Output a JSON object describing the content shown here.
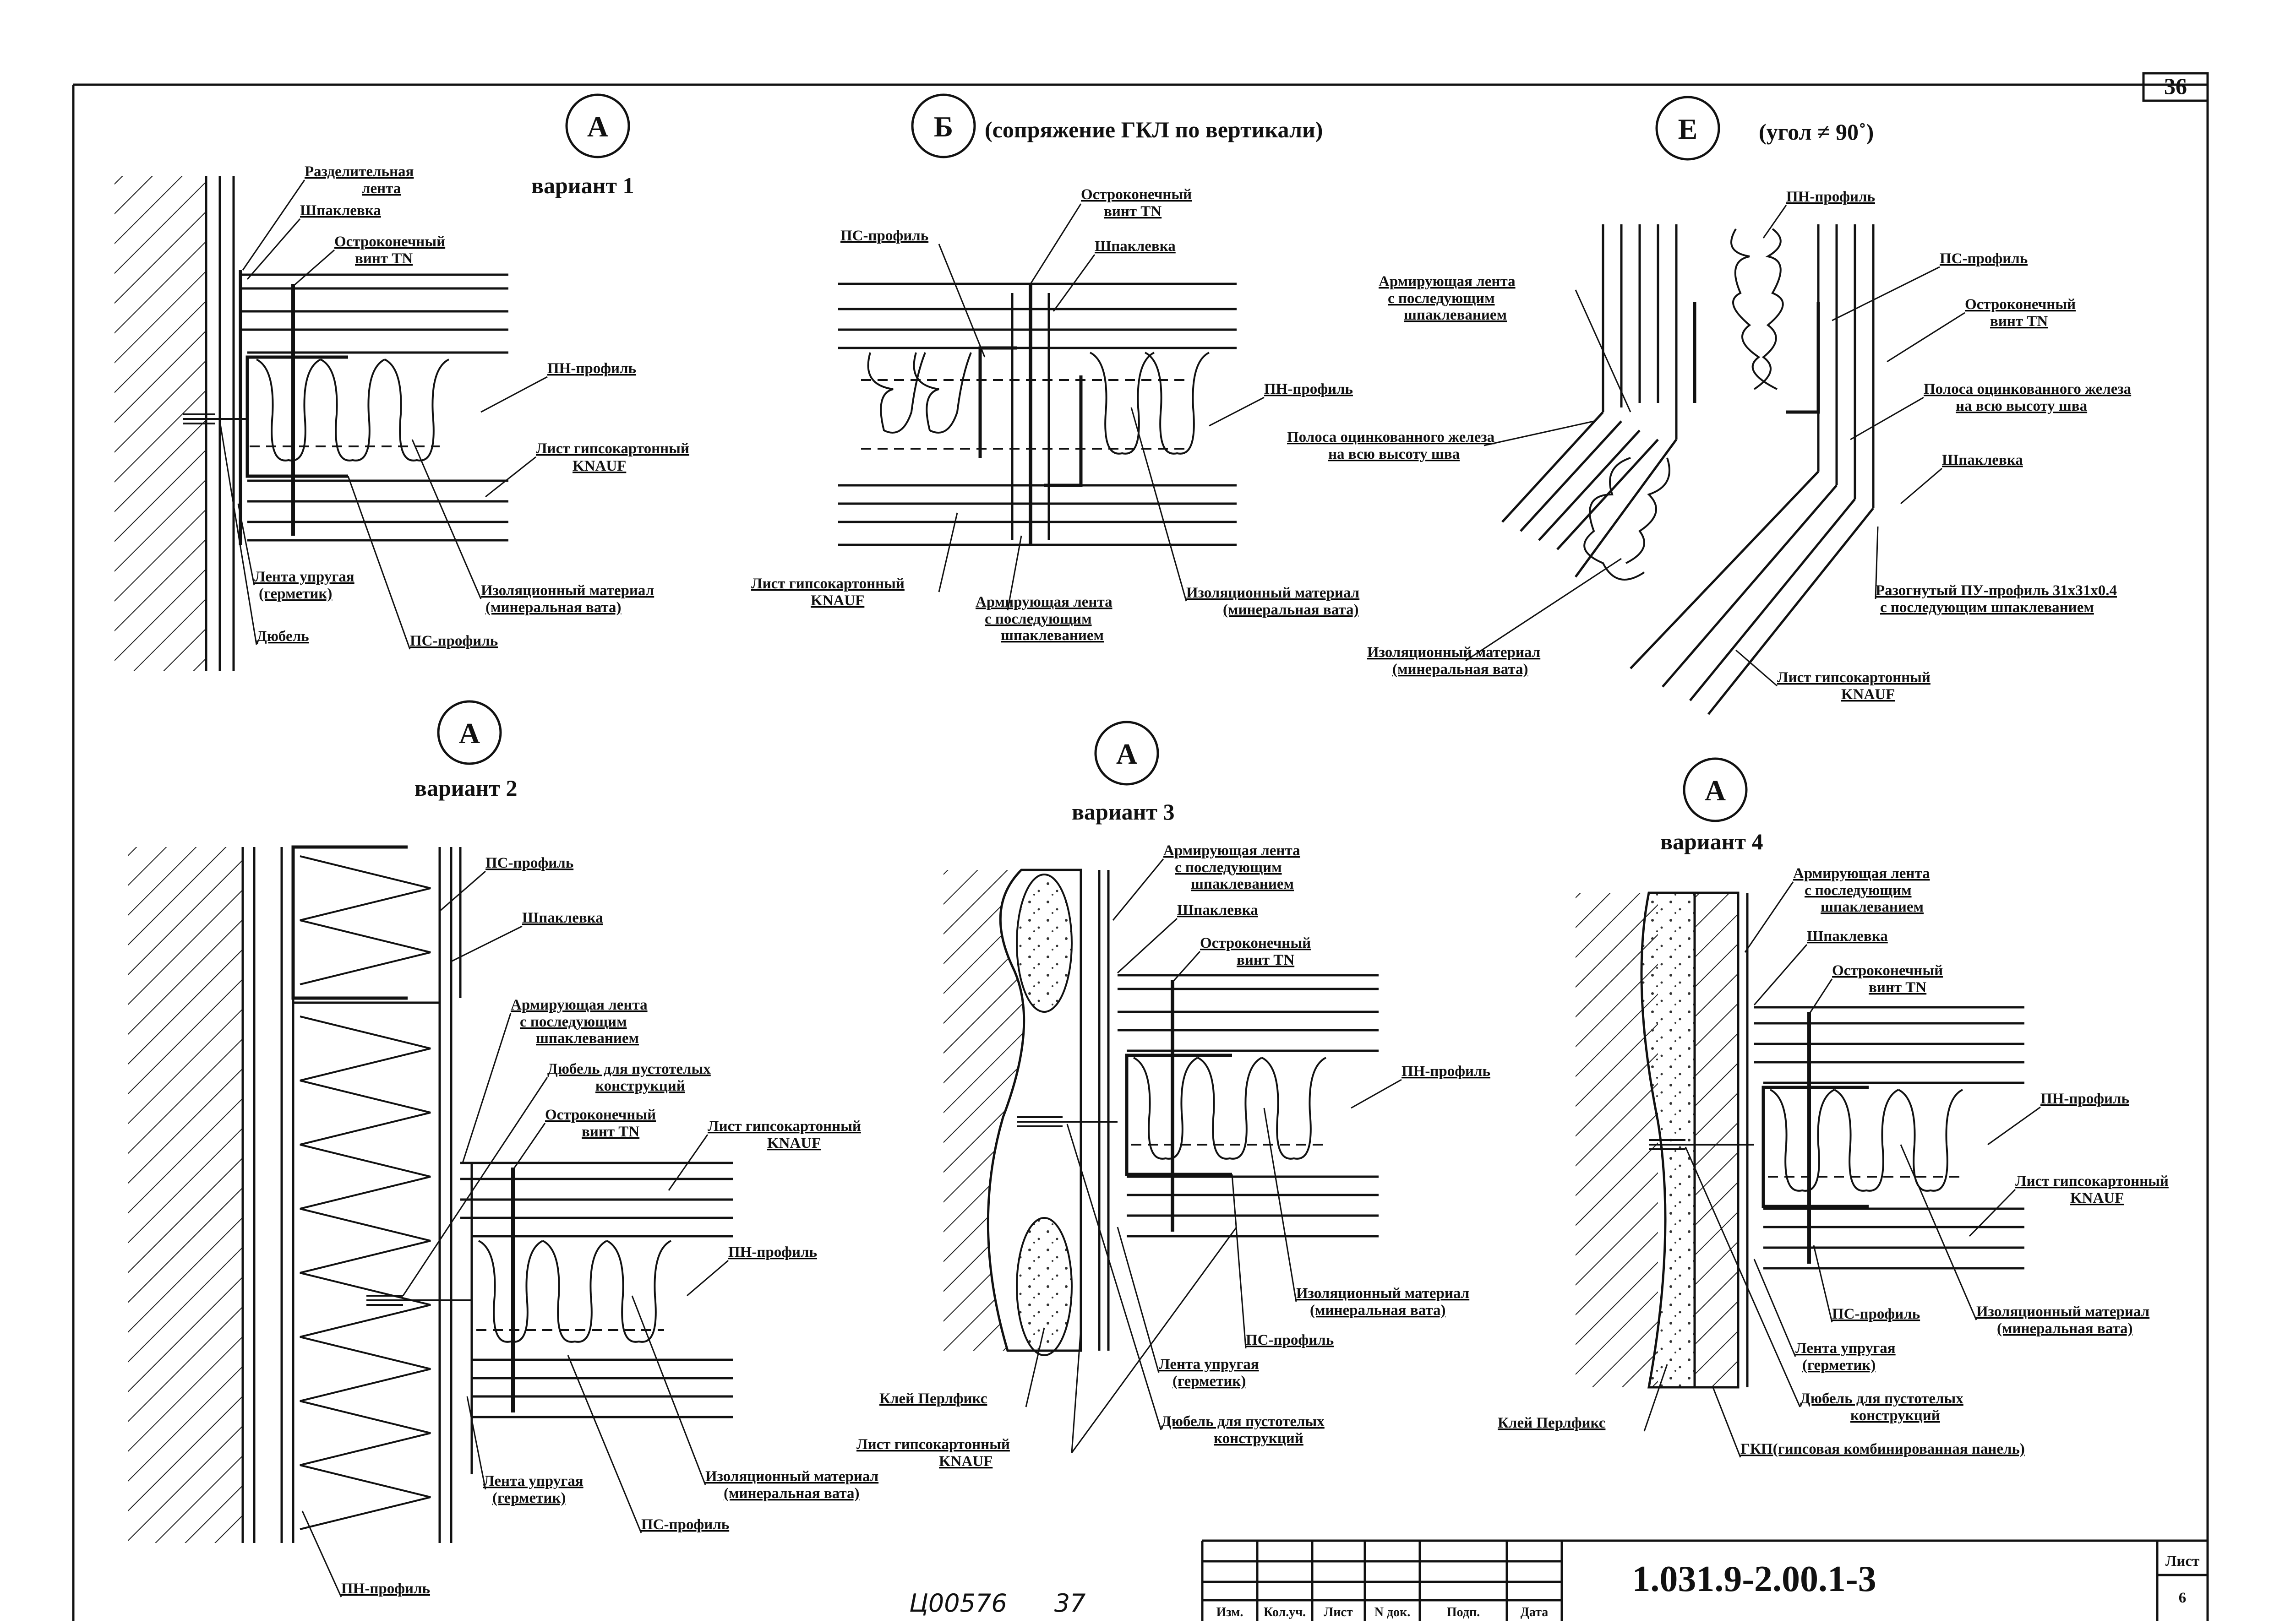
{
  "sheet": {
    "page_number": "36",
    "code": "1.031.9-2.00.1-3",
    "list_label": "Лист",
    "list_number": "6",
    "handwritten": "Ц00576      37"
  },
  "stamp": {
    "cols": [
      "Изм.",
      "Кол.уч.",
      "Лист",
      "N док.",
      "Подп.",
      "Дата"
    ]
  },
  "details": {
    "a1": {
      "letter": "А",
      "variant": "вариант 1"
    },
    "b": {
      "letter": "Б",
      "caption": "(сопряжение ГКЛ по вертикали)"
    },
    "e": {
      "letter": "Е",
      "caption": "(угол ≠ 90˚)"
    },
    "a2": {
      "letter": "А",
      "variant": "вариант 2"
    },
    "a3": {
      "letter": "А",
      "variant": "вариант 3"
    },
    "a4": {
      "letter": "А",
      "variant": "вариант 4"
    }
  },
  "labels": {
    "a1": {
      "sep_tape_1": "Разделительная",
      "sep_tape_2": "лента",
      "putty": "Шпаклевка",
      "screw_1": "Остроконечный",
      "screw_2": "винт TN",
      "pn": "ПН-профиль",
      "gkl_1": "Лист гипсокартонный",
      "gkl_2": "KNAUF",
      "tape_1": "Лента упругая",
      "tape_2": "(герметик)",
      "dowel": "Дюбель",
      "ps": "ПС-профиль",
      "ins_1": "Изоляционный материал",
      "ins_2": "(минеральная вата)"
    },
    "b": {
      "ps": "ПС-профиль",
      "screw_1": "Остроконечный",
      "screw_2": "винт TN",
      "putty": "Шпаклевка",
      "pn": "ПН-профиль",
      "gkl_1": "Лист гипсокартонный",
      "gkl_2": "KNAUF",
      "rtape_1": "Армирующая лента",
      "rtape_2": "с последующим",
      "rtape_3": "шпаклеванием",
      "ins_1": "Изоляционный материал",
      "ins_2": "(минеральная вата)"
    },
    "e": {
      "pn": "ПН-профиль",
      "rtape_1": "Армирующая лента",
      "rtape_2": "с последующим",
      "rtape_3": "шпаклеванием",
      "ps": "ПС-профиль",
      "screw_1": "Остроконечный",
      "screw_2": "винт TN",
      "strip_r_1": "Полоса оцинкованного железа",
      "strip_r_2": "на всю высоту шва",
      "strip_l_1": "Полоса оцинкованного железа",
      "strip_l_2": "на всю высоту шва",
      "putty": "Шпаклевка",
      "pu_1": "Разогнутый ПУ-профиль 31х31х0.4",
      "pu_2": "с последующим шпаклеванием",
      "ins_1": "Изоляционный материал",
      "ins_2": "(минеральная вата)",
      "gkl_1": "Лист гипсокартонный",
      "gkl_2": "KNAUF"
    },
    "a2": {
      "ps_top": "ПС-профиль",
      "putty": "Шпаклевка",
      "rtape_1": "Армирующая лента",
      "rtape_2": "с последующим",
      "rtape_3": "шпаклеванием",
      "dowel_1": "Дюбель для пустотелых",
      "dowel_2": "конструкций",
      "screw_1": "Остроконечный",
      "screw_2": "винт TN",
      "gkl_1": "Лист гипсокартонный",
      "gkl_2": "KNAUF",
      "pn_right": "ПН-профиль",
      "ins_1": "Изоляционный материал",
      "ins_2": "(минеральная вата)",
      "tape_1": "Лента упругая",
      "tape_2": "(герметик)",
      "ps_bottom": "ПС-профиль",
      "pn_bottom": "ПН-профиль"
    },
    "a3": {
      "rtape_1": "Армирующая лента",
      "rtape_2": "с последующим",
      "rtape_3": "шпаклеванием",
      "putty": "Шпаклевка",
      "screw_1": "Остроконечный",
      "screw_2": "винт TN",
      "pn": "ПН-профиль",
      "ins_1": "Изоляционный материал",
      "ins_2": "(минеральная вата)",
      "ps": "ПС-профиль",
      "tape_1": "Лента упругая",
      "tape_2": "(герметик)",
      "glue": "Клей Перлфикс",
      "dowel_1": "Дюбель для пустотелых",
      "dowel_2": "конструкций",
      "gkl_1": "Лист гипсокартонный",
      "gkl_2": "KNAUF"
    },
    "a4": {
      "rtape_1": "Армирующая лента",
      "rtape_2": "с последующим",
      "rtape_3": "шпаклеванием",
      "putty": "Шпаклевка",
      "screw_1": "Остроконечный",
      "screw_2": "винт TN",
      "pn": "ПН-профиль",
      "gkl_1": "Лист гипсокартонный",
      "gkl_2": "KNAUF",
      "ps": "ПС-профиль",
      "ins_1": "Изоляционный материал",
      "ins_2": "(минеральная вата)",
      "tape_1": "Лента упругая",
      "tape_2": "(герметик)",
      "dowel_1": "Дюбель для пустотелых",
      "dowel_2": "конструкций",
      "glue": "Клей Перлфикс",
      "gkp": "ГКП(гипсовая комбинированная панель)"
    }
  }
}
